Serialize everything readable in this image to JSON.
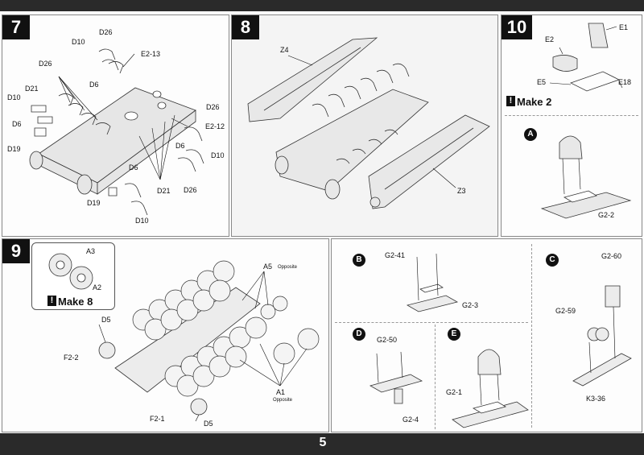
{
  "page_number": "5",
  "icons": {
    "callout_icon": "exclamation-box-icon",
    "sub_step_icon": "black-circle-letter-icon"
  },
  "steps": {
    "s7": {
      "number": "7",
      "labels": {
        "d26_a": "D26",
        "d10_a": "D10",
        "e2_13": "E2-13",
        "d26_b": "D26",
        "d6_a": "D6",
        "d21_a": "D21",
        "d10_b": "D10",
        "d6_b": "D6",
        "d19_a": "D19",
        "d26_c": "D26",
        "e2_12": "E2-12",
        "d6_c": "D6",
        "d10_c": "D10",
        "d6_d": "D6",
        "d21_b": "D21",
        "d26_d": "D26",
        "d19_b": "D19",
        "d10_d": "D10"
      }
    },
    "s8": {
      "number": "8",
      "labels": {
        "z4": "Z4",
        "z3": "Z3"
      }
    },
    "s10": {
      "number": "10",
      "labels": {
        "e1": "E1",
        "e2": "E2",
        "e5": "E5",
        "e18": "E18",
        "g2_2": "G2-2"
      },
      "make_text": "Make 2",
      "sub_a": "A"
    },
    "s9": {
      "number": "9",
      "labels": {
        "a3": "A3",
        "a2": "A2",
        "d5_a": "D5",
        "f2_2": "F2-2",
        "f2_1": "F2-1",
        "d5_b": "D5",
        "a5": "A5",
        "a5_note": "Opposite",
        "a1": "A1",
        "a1_note": "Opposite"
      },
      "make_text": "Make 8"
    },
    "sub": {
      "b": {
        "letter": "B",
        "labels": {
          "g2_41": "G2-41",
          "g2_3": "G2-3"
        }
      },
      "c": {
        "letter": "C",
        "labels": {
          "g2_60": "G2-60",
          "g2_59": "G2-59",
          "k3_36": "K3-36"
        }
      },
      "d": {
        "letter": "D",
        "labels": {
          "g2_50": "G2-50",
          "g2_4": "G2-4"
        }
      },
      "e": {
        "letter": "E",
        "labels": {
          "g2_1": "G2-1"
        }
      }
    }
  }
}
